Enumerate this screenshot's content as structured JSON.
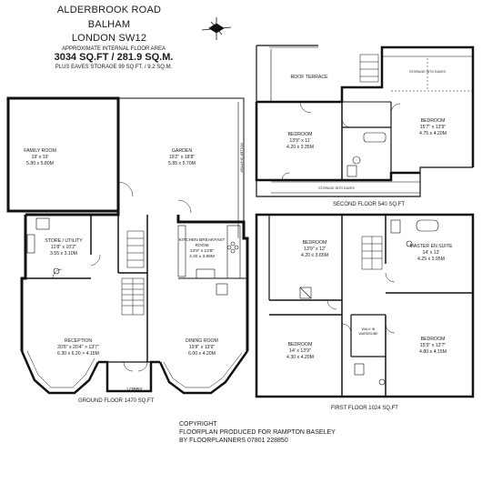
{
  "header": {
    "street": "ALDERBROOK ROAD",
    "area": "BALHAM",
    "city": "LONDON SW12",
    "approx_label": "APPROXIMATE INTERNAL FLOOR AREA",
    "total_area": "3034 SQ.FT / 281.9 SQ.M.",
    "eaves_note": "PLUS EAVES STORAGE 99 SQ.FT. / 9.2 SQ.M."
  },
  "compass": {
    "icon": "north-arrow-icon"
  },
  "ground_floor": {
    "caption": "GROUND FLOOR 1470 SQ.FT",
    "rooms": {
      "family": {
        "name": "FAMILY ROOM",
        "imperial": "19' x 19'",
        "metric": "5.80 x 5.80M"
      },
      "garden": {
        "name": "GARDEN",
        "imperial": "19'2\" x 18'8\"",
        "metric": "5.85 x 5.70M"
      },
      "store": {
        "name": "STORE / UTILITY",
        "imperial": "11'8\" x 10'2\"",
        "metric": "3.55 x 3.10M"
      },
      "kitchen": {
        "name": "KITCHEN BREAKFAST ROOM",
        "imperial": "13'9\" x 12'8\"",
        "metric": "4.20 x 3.85M"
      },
      "reception": {
        "name": "RECEPTION",
        "imperial": "20'8\" x 20'4\" > 13'7\"",
        "metric": "6.30 x 6.20 > 4.15M"
      },
      "dining": {
        "name": "DINING ROOM",
        "imperial": "19'8\" x 13'9\"",
        "metric": "6.00 x 4.20M"
      },
      "lobby": {
        "name": "LOBBY"
      }
    },
    "roller_shutter": "ROLLER SHUTTER"
  },
  "second_floor": {
    "caption": "SECOND FLOOR 540 SQ.FT",
    "roof_terrace": "ROOF TERRACE",
    "storage_eaves_top": "STORAGE INTO EAVES",
    "storage_eaves_bottom": "STORAGE INTO EAVES",
    "rooms": {
      "bed_left": {
        "name": "BEDROOM",
        "imperial": "13'9\" x 11'",
        "metric": "4.20 x 3.35M"
      },
      "bed_right": {
        "name": "BEDROOM",
        "imperial": "15'7\" x 13'9\"",
        "metric": "4.75 x 4.20M"
      }
    }
  },
  "first_floor": {
    "caption": "FIRST FLOOR 1024 SQ.FT",
    "rooms": {
      "bed_top": {
        "name": "BEDROOM",
        "imperial": "13'9\" x 12'",
        "metric": "4.20 x 3.65M"
      },
      "master": {
        "name": "MASTER EN SUITE",
        "imperial": "14' x 13'",
        "metric": "4.25 x 3.95M"
      },
      "bed_bl": {
        "name": "BEDROOM",
        "imperial": "14' x 13'9\"",
        "metric": "4.30 x 4.20M"
      },
      "bed_br": {
        "name": "BEDROOM",
        "imperial": "15'9\" x 13'7\"",
        "metric": "4.80 x 4.15M"
      },
      "wardrobe": {
        "name": "WALK IN WARDROBE"
      }
    }
  },
  "copyright": {
    "line1": "COPYRIGHT",
    "line2": "FLOORPLAN PRODUCED FOR RAMPTON BASELEY",
    "line3": "BY FLOORPLANNERS 07801 228850"
  }
}
